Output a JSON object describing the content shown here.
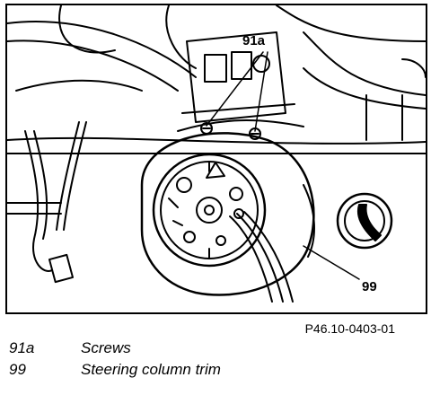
{
  "figure": {
    "callouts": {
      "screws": "91a",
      "trim": "99"
    },
    "code": "P46.10-0403-01"
  },
  "legend": [
    {
      "key": "91a",
      "description": "Screws"
    },
    {
      "key": "99",
      "description": "Steering column trim"
    }
  ],
  "colors": {
    "line": "#000000",
    "background": "#ffffff"
  }
}
